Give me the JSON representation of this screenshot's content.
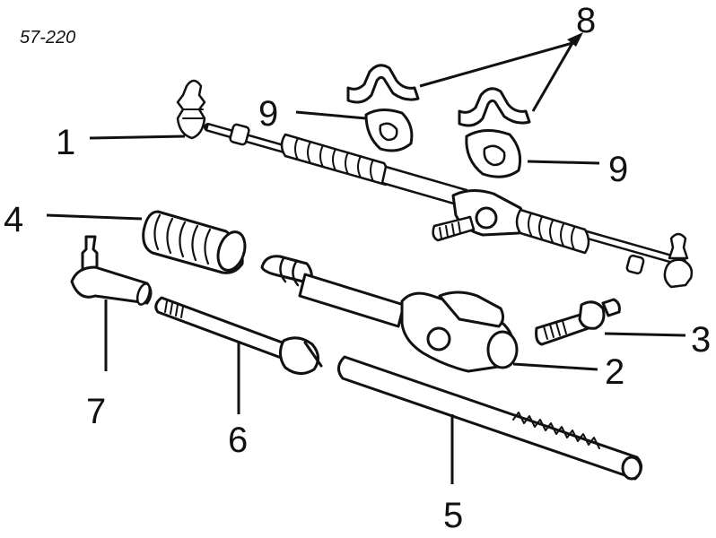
{
  "diagram": {
    "reference": "57-220",
    "callouts": [
      {
        "id": "callout-1",
        "label": "1"
      },
      {
        "id": "callout-2",
        "label": "2"
      },
      {
        "id": "callout-3",
        "label": "3"
      },
      {
        "id": "callout-4",
        "label": "4"
      },
      {
        "id": "callout-5",
        "label": "5"
      },
      {
        "id": "callout-6",
        "label": "6"
      },
      {
        "id": "callout-7",
        "label": "7"
      },
      {
        "id": "callout-8",
        "label": "8"
      },
      {
        "id": "callout-9a",
        "label": "9"
      },
      {
        "id": "callout-9b",
        "label": "9"
      }
    ]
  }
}
